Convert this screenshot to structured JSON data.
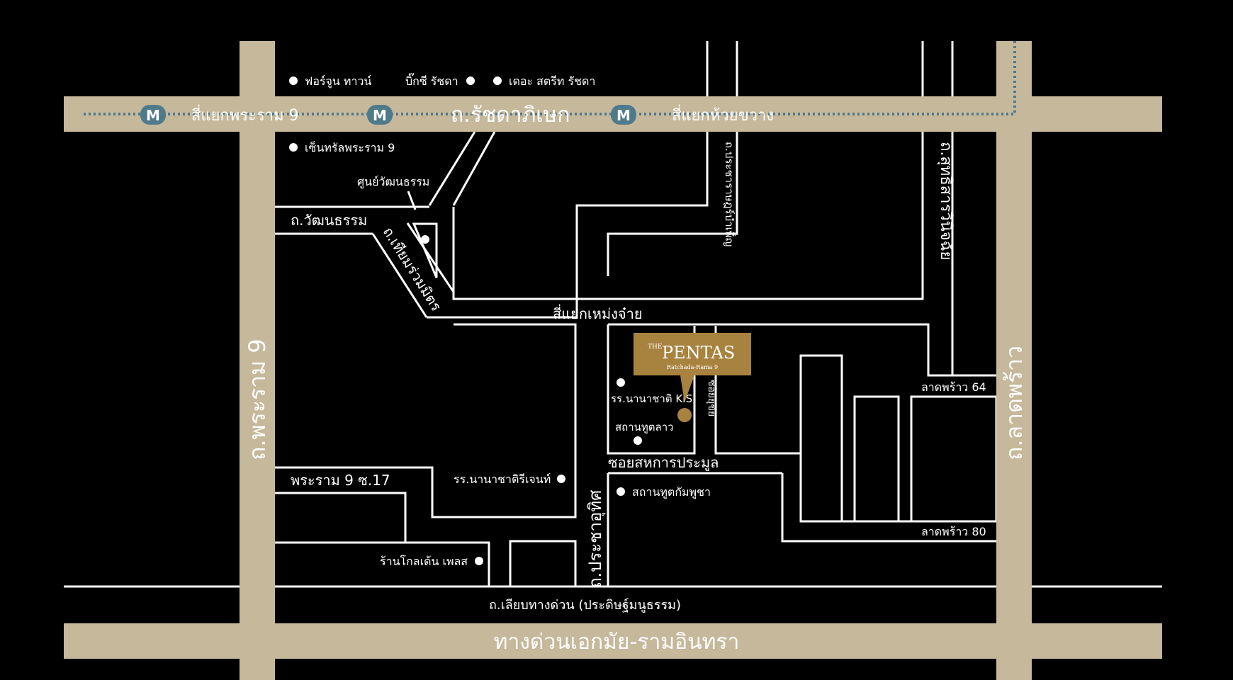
{
  "colors": {
    "background": "#000000",
    "major_road": "#c6b89a",
    "minor_road": "#ffffff",
    "metro_line": "#4f7a8c",
    "metro_icon": "#4f7a8c",
    "brand_gold": "#a8833f"
  },
  "icons": {
    "metro": "metro-station-icon",
    "landmark": "landmark-dot-icon",
    "project": "location-pin-icon"
  },
  "metro_stations": [
    {
      "name": "สี่แยกพระราม 9",
      "letter": "M"
    },
    {
      "name": "สี่แยกห้วยขวาง",
      "letter": "M"
    },
    {
      "name": "",
      "letter": "M"
    }
  ],
  "roads": {
    "ratchadaphisek": "ถ.รัชดาภิเษก",
    "rama9": "ถ.พระราม 9",
    "ladprao": "ถ.ลาดพร้าว",
    "expressway": "ทางด่วนเอกมัย-รามอินทรา",
    "wattanatham": "ถ.วัฒนธรรม",
    "tiamruammit": "ถ.เทียมร่วมมิตร",
    "pracharatbamphen": "ถ.ประชาราษฎร์บำเพ็ญ",
    "suthisarn": "ถ.สุทธิสารวินิจฉัย",
    "pracha_uthit": "ถ.ประชาอุทิศ",
    "frontage": "ถ.เลียบทางด่วน (ประดิษฐ์มนูธรรม)",
    "rama9_soi17": "พระราม 9 ซ.17",
    "soi_sahakarn": "ซอยสหการประมูล",
    "soi_yuchai": "ซอยยุขัย",
    "ladprao64": "ลาดพร้าว 64",
    "ladprao80": "ลาดพร้าว 80",
    "intersection_mengjai": "สี่แยกเหม่งจ๋าย"
  },
  "landmarks": {
    "fortune_town": "ฟอร์จูน ทาวน์",
    "big_c_ratchada": "บิ๊กซี รัชดา",
    "the_street": "เดอะ สตรีท รัชดา",
    "central_rama9": "เซ็นทรัลพระราม 9",
    "cultural_center": "ศูนย์วัฒนธรรม",
    "kis": "รร.นานาชาติ KIS",
    "lao_embassy": "สถานทูตลาว",
    "regents": "รร.นานาชาติรีเจนท์",
    "cambodia_embassy": "สถานทูตกัมพูชา",
    "golden_place": "ร้านโกลเด้น เพลส"
  },
  "project": {
    "brand_small": "THE",
    "brand_name": "PENTAS",
    "tagline": "Ratchada-Rama 9"
  }
}
